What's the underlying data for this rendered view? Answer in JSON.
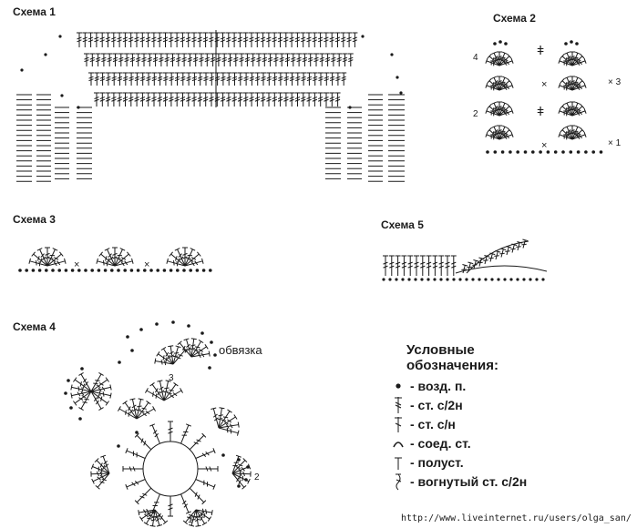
{
  "schemes": {
    "s1": {
      "title": "Схема 1"
    },
    "s2": {
      "title": "Схема 2",
      "row_labels": [
        "4",
        "2"
      ],
      "repeat_labels": [
        "× 3",
        "× 1"
      ]
    },
    "s3": {
      "title": "Схема 3"
    },
    "s4": {
      "title": "Схема 4",
      "edging_label": "обвязка",
      "round_labels": [
        "1",
        "2",
        "3"
      ]
    },
    "s5": {
      "title": "Схема 5"
    }
  },
  "legend": {
    "title_line1": "Условные",
    "title_line2": "обозначения:",
    "items": [
      {
        "symbol": "chain-icon",
        "label": "- возд. п."
      },
      {
        "symbol": "double-crochet-icon",
        "label": "- ст. с/2н"
      },
      {
        "symbol": "single-crochet-icon",
        "label": "- ст. с/н"
      },
      {
        "symbol": "slip-stitch-icon",
        "label": "- соед. ст."
      },
      {
        "symbol": "half-double-icon",
        "label": "- полуст."
      },
      {
        "symbol": "curved-double-icon",
        "label": "- вогнутый ст. с/2н"
      }
    ]
  },
  "footer": {
    "url": "http://www.liveinternet.ru/users/olga_san/"
  }
}
